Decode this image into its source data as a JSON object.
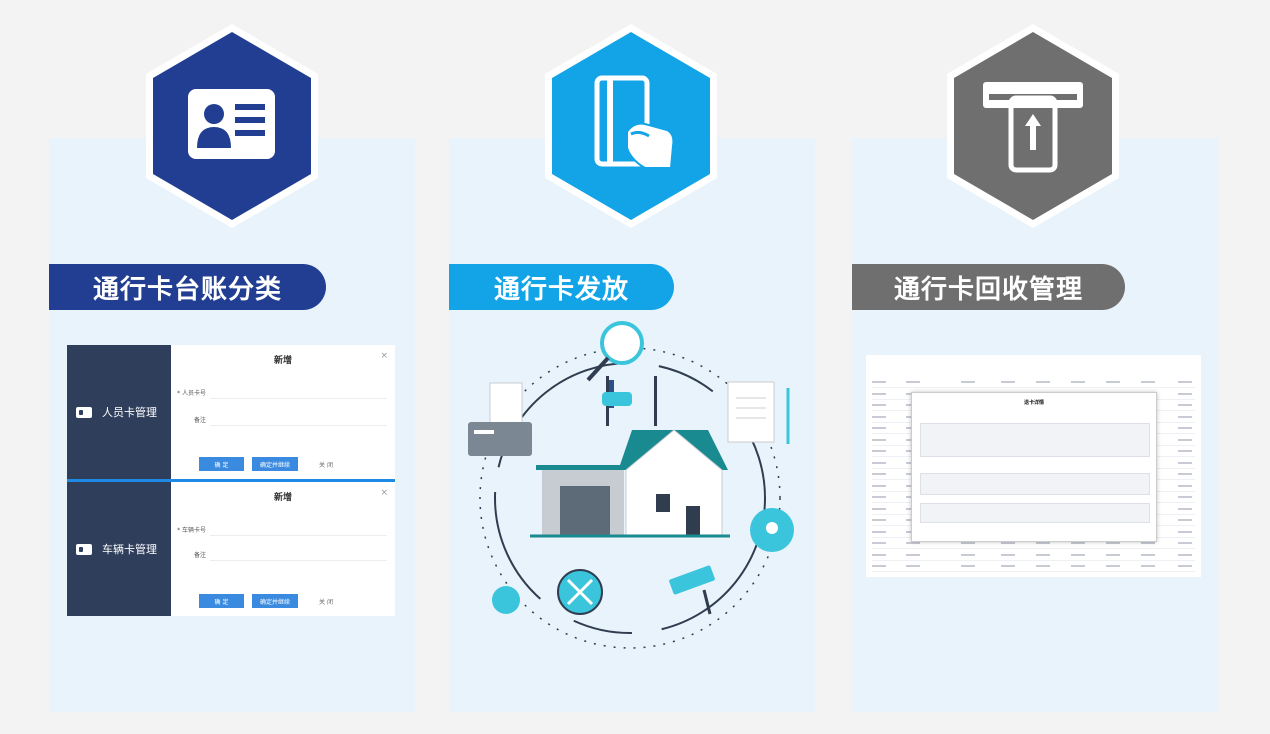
{
  "sections": [
    {
      "title": "通行卡台账分类",
      "icon": "id-card-icon",
      "color": "#213e92"
    },
    {
      "title": "通行卡发放",
      "icon": "card-in-hand-icon",
      "color": "#13a4e7"
    },
    {
      "title": "通行卡回收管理",
      "icon": "card-slot-return-icon",
      "color": "#6f6f6f"
    }
  ],
  "dialogs": [
    {
      "sidebar_label": "人员卡管理",
      "title": "新增",
      "close": "×",
      "field1": "* 人员卡号",
      "field2": "备注",
      "confirm": "确 定",
      "confirm_continue": "确定并继续",
      "cancel": "关 闭"
    },
    {
      "sidebar_label": "车辆卡管理",
      "title": "新增",
      "close": "×",
      "field1": "* 车辆卡号",
      "field2": "备注",
      "confirm": "确 定",
      "confirm_continue": "确定并继续",
      "cancel": "关 闭"
    }
  ],
  "recycle_modal": {
    "title": "退卡详情"
  }
}
